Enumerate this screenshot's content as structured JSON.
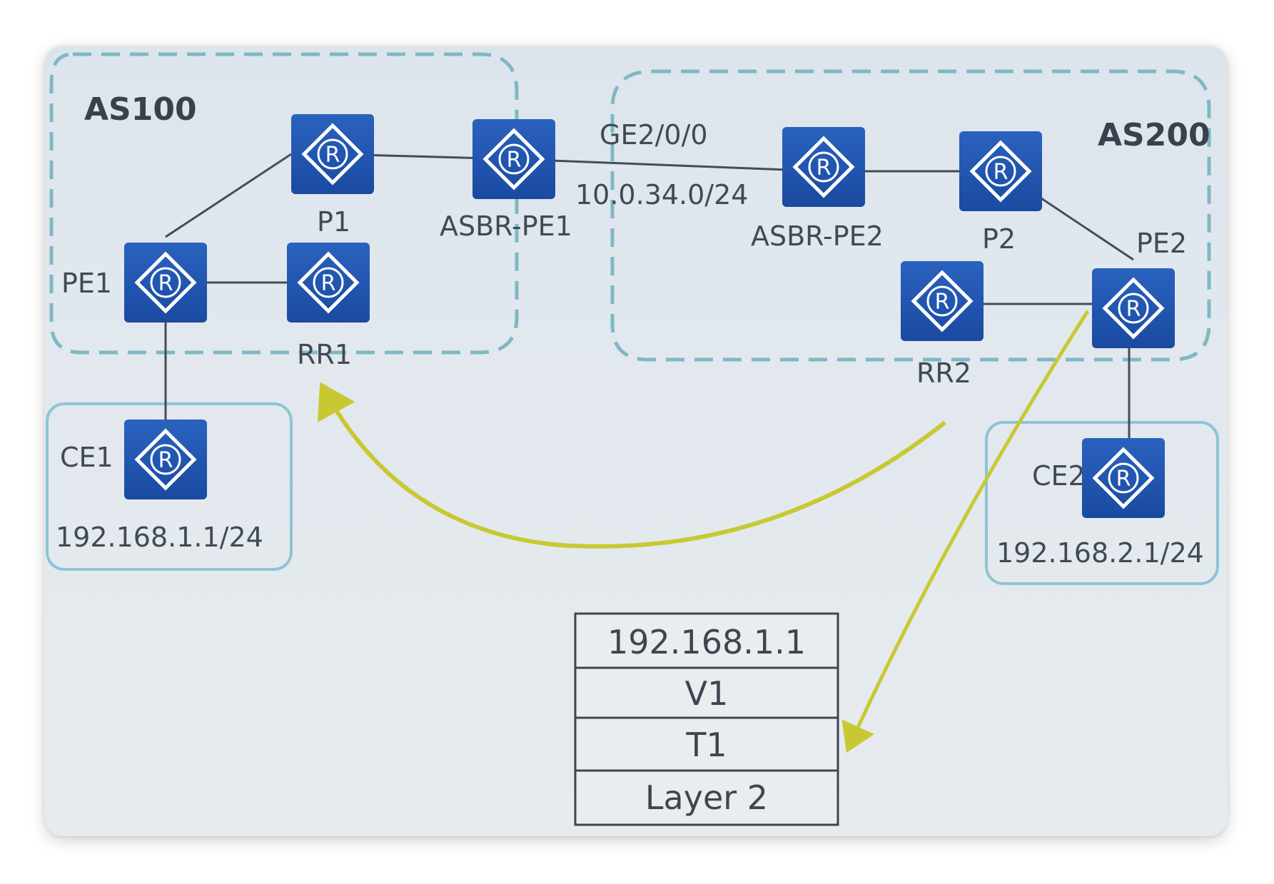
{
  "domains": {
    "as100": "AS100",
    "as200": "AS200"
  },
  "routers": {
    "p1": "P1",
    "asbr_pe1": "ASBR-PE1",
    "pe1": "PE1",
    "rr1": "RR1",
    "ce1": "CE1",
    "asbr_pe2": "ASBR-PE2",
    "p2": "P2",
    "pe2": "PE2",
    "rr2": "RR2",
    "ce2": "CE2"
  },
  "router_icon_letter": "R",
  "interconnect": {
    "interface": "GE2/0/0",
    "subnet": "10.0.34.0/24"
  },
  "sites": {
    "ce1_ip": "192.168.1.1/24",
    "ce2_ip": "192.168.2.1/24"
  },
  "label_stack": [
    "192.168.1.1",
    "V1",
    "T1",
    "Layer 2"
  ],
  "colors": {
    "router_fill": "#1f56b0",
    "as_border": "#7fb8c4",
    "link": "#444c55",
    "arrow": "#c8c932"
  }
}
